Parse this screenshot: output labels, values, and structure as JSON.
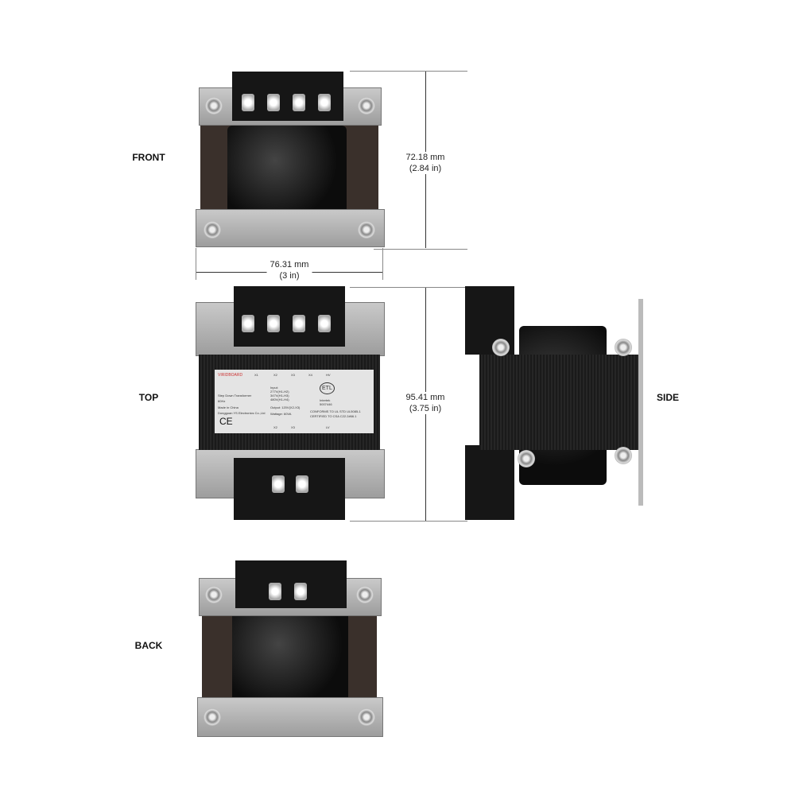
{
  "views": {
    "front": "FRONT",
    "top": "TOP",
    "side": "SIDE",
    "back": "BACK"
  },
  "dimensions": {
    "front_height_mm": "72.18 mm",
    "front_height_in": "(2.84 in)",
    "width_mm": "76.31 mm",
    "width_in": "(3 in)",
    "top_height_mm": "95.41 mm",
    "top_height_in": "(3.75 in)"
  },
  "nameplate": {
    "brand": "VIRIDBOARD",
    "terminals_top": [
      "X1",
      "X2",
      "X3",
      "X4"
    ],
    "hv": "HV",
    "lv": "LV",
    "terminals_bottom": [
      "X2",
      "X3"
    ],
    "input_title": "Input:",
    "input_lines": [
      "277V(H1-H2)",
      "347V(H1-H3)",
      "480V(H1-H4)"
    ],
    "desc": "Step Down Transformer",
    "freq": "60Hz",
    "origin": "Made in China",
    "maker": "Dongguan YS Electronics Co.,Ltd",
    "output": "Output: 120V(X2-X3)",
    "wattage": "Wattage: 60VA",
    "cert_mark": "ETL",
    "cert_org": "Intertek",
    "cert_num": "5007446",
    "conform1": "CONFORMS TO UL STD UL5085-1",
    "conform2": "CERTIFIED TO CSA C22.2#66.1",
    "ce": "CE"
  }
}
